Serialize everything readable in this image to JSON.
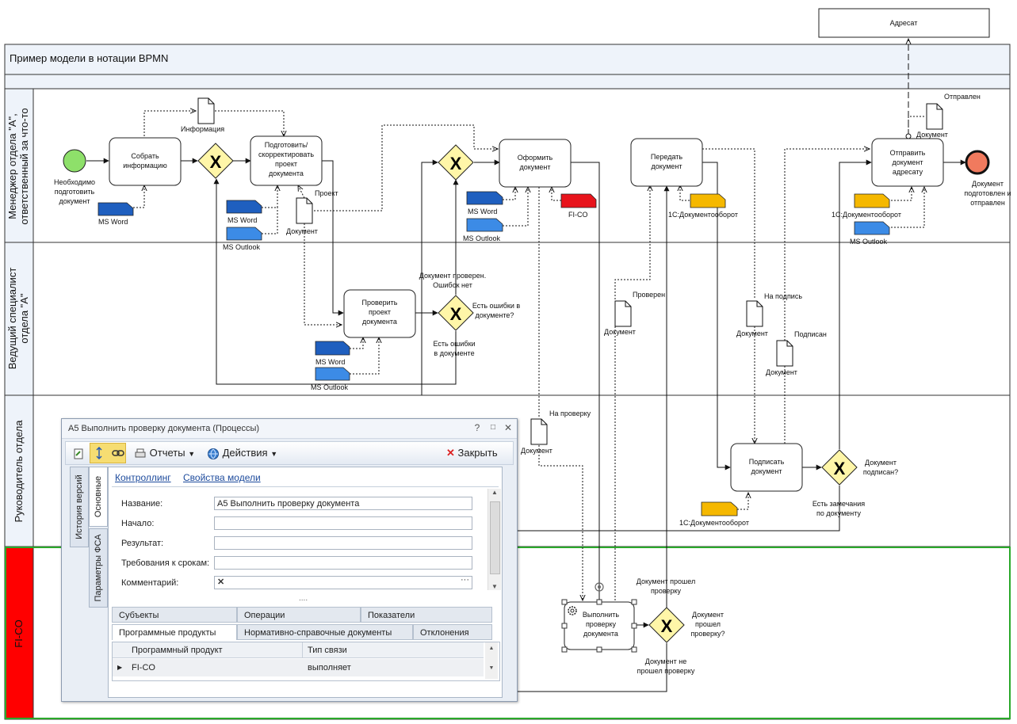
{
  "diagram": {
    "title": "Пример модели в нотации BPMN",
    "external_participant": "Адресат",
    "lanes": [
      {
        "id": "lane1",
        "label_line1": "Менеджер отдела \"А\",",
        "label_line2": "ответственный за что-то"
      },
      {
        "id": "lane2",
        "label_line1": "Ведущий специалист",
        "label_line2": "отдела \"А\""
      },
      {
        "id": "lane3",
        "label_line1": "Руководитель отдела",
        "label_line2": ""
      },
      {
        "id": "lane4",
        "label_line1": "FI-CO",
        "label_line2": ""
      }
    ],
    "start_event_label": [
      "Необходимо",
      "подготовить",
      "документ"
    ],
    "end_event_label": [
      "Документ",
      "подготовлен и",
      "отправлен"
    ],
    "tasks": {
      "collect": [
        "Собрать",
        "информацию"
      ],
      "prepare": [
        "Подготовить/",
        "скорректировать",
        "проект",
        "документа"
      ],
      "format": [
        "Оформить",
        "документ"
      ],
      "pass": [
        "Передать",
        "документ"
      ],
      "send": [
        "Отправить",
        "документ",
        "адресату"
      ],
      "check_project": [
        "Проверить",
        "проект",
        "документа"
      ],
      "sign": [
        "Подписать",
        "документ"
      ],
      "verify": [
        "Выполнить",
        "проверку",
        "документа"
      ]
    },
    "labels": {
      "information": "Информация",
      "project": "Проект",
      "document": "Документ",
      "sent": "Отправлен",
      "checked": "Проверен",
      "for_signature": "На подпись",
      "signed": "Подписан",
      "for_check": "На проверку",
      "ms_word": "MS Word",
      "ms_outlook": "MS Outlook",
      "fico": "FI-CO",
      "doc_flow": "1С:Документооборот",
      "doc_checked_ok": [
        "Документ проверен.",
        "Ошибок нет"
      ],
      "errors_q": [
        "Есть ошибки в",
        "документе?"
      ],
      "errors_yes": [
        "Есть ошибки",
        "в документе"
      ],
      "signed_q": [
        "Документ",
        "подписан?"
      ],
      "remarks": [
        "Есть замечания",
        "по документу"
      ],
      "passed_check": [
        "Документ прошел",
        "проверку"
      ],
      "passed_q": [
        "Документ",
        "прошел",
        "проверку?"
      ],
      "not_passed": [
        "Документ не",
        "прошел проверку"
      ]
    },
    "colors": {
      "ms_word": "#1f5fbf",
      "ms_outlook": "#3c8be6",
      "fico": "#e8141c",
      "doc_flow": "#f5b800",
      "start_event": "#8ee06a",
      "end_event": "#f07a5e",
      "gateway": "#fff6a8",
      "lane_fico": "#ff0000"
    }
  },
  "dialog": {
    "title": "А5 Выполнить проверку документа (Процессы)",
    "win_help": "?",
    "win_max": "□",
    "win_close": "✕",
    "toolbar": {
      "reports": "Отчеты",
      "actions": "Действия",
      "close": "Закрыть"
    },
    "side_tabs": [
      "История версий",
      "Основные",
      "Параметры ФСА"
    ],
    "links": [
      "Контроллинг",
      "Свойства модели"
    ],
    "fields": [
      {
        "label": "Название:",
        "value": "А5 Выполнить проверку документа"
      },
      {
        "label": "Начало:",
        "value": ""
      },
      {
        "label": "Результат:",
        "value": ""
      },
      {
        "label": "Требования к срокам:",
        "value": ""
      },
      {
        "label": "Комментарий:",
        "value": ""
      }
    ],
    "more": "....",
    "tabs_row1": [
      "Субъекты",
      "Операции",
      "Показатели"
    ],
    "tabs_row2": [
      "Программные продукты",
      "Нормативно-справочные документы",
      "Отклонения"
    ],
    "grid": {
      "headers": [
        "Программный продукт",
        "Тип связи"
      ],
      "rows": [
        [
          "FI-CO",
          "выполняет"
        ]
      ]
    }
  }
}
